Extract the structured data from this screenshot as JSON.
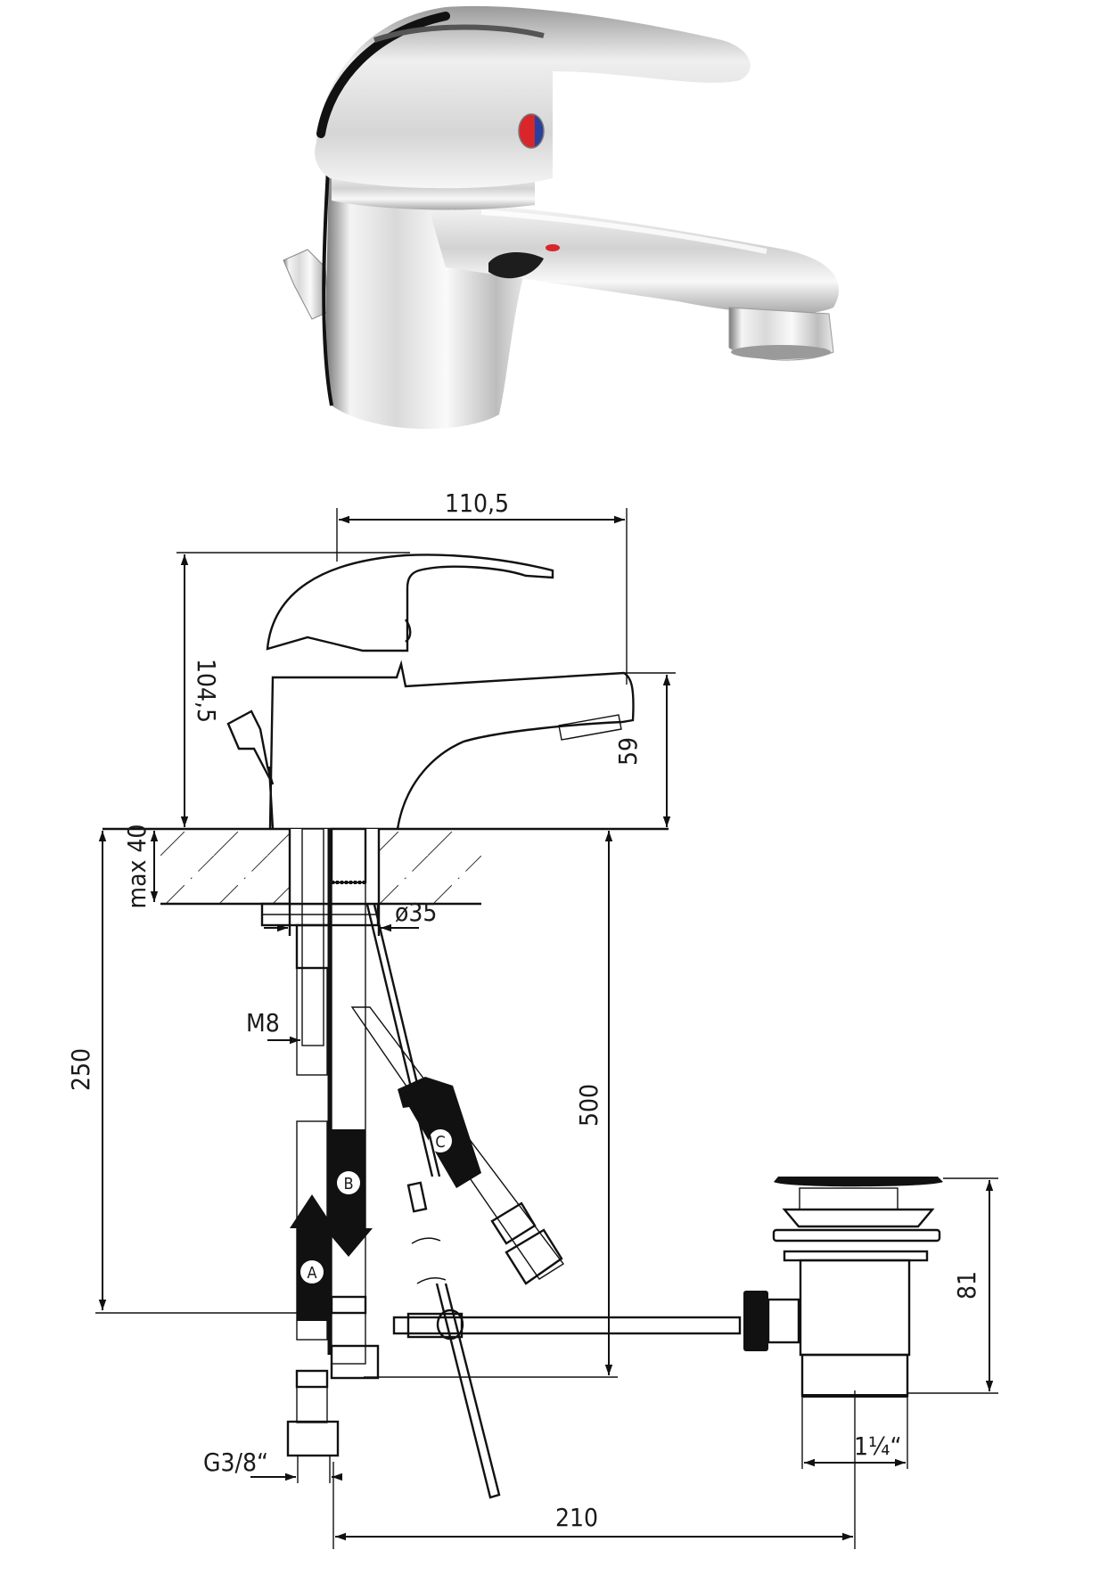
{
  "product": {
    "photo_alt": "chrome single-lever basin mixer with pop-up waste rod",
    "indicator_colors": {
      "hot": "#d8262b",
      "cold": "#2a3f9e"
    },
    "chrome_base": "#c9c9c9"
  },
  "dimensions": {
    "spout_reach": "110,5",
    "overall_height": "104,5",
    "spout_height": "59",
    "max_deck_thickness": "max 40",
    "mounting_hole": "ø35",
    "stud_thread": "M8",
    "supply_hose_length": "500",
    "pull_rod_length": "250",
    "supply_connection": "G3/8“",
    "waste_height": "81",
    "waste_thread": "1¼“",
    "waste_offset": "210"
  },
  "hose_labels": {
    "a": "A",
    "b": "B",
    "c": "C"
  }
}
